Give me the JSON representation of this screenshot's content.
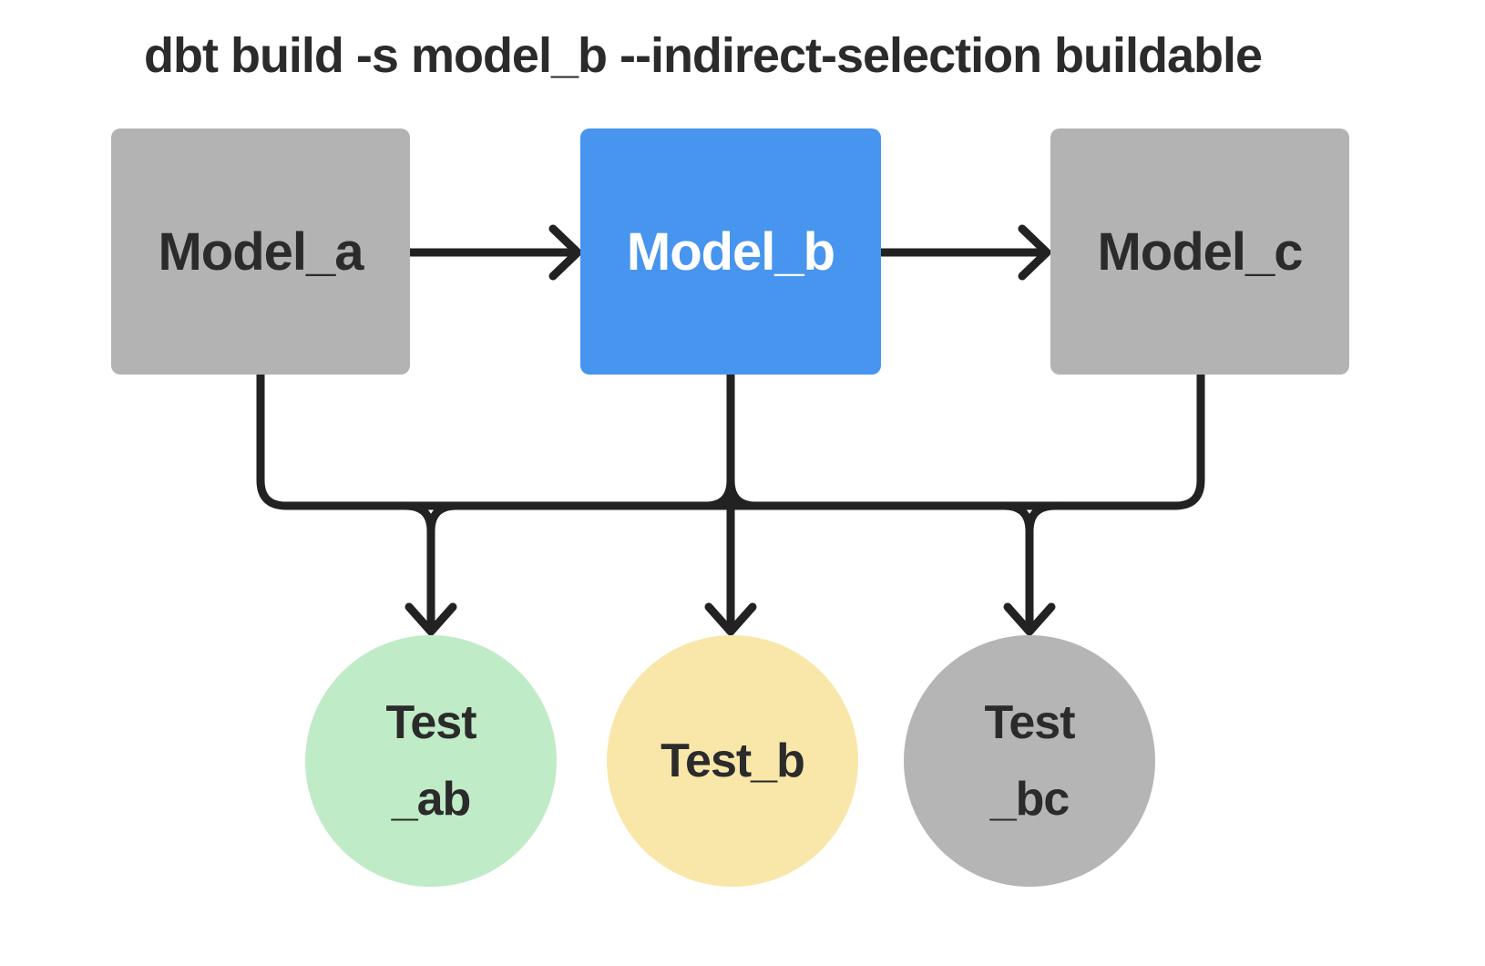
{
  "title": "dbt build -s model_b --indirect-selection buildable",
  "colors": {
    "model_default": "#b3b3b3",
    "model_selected": "#4795ee",
    "test_ab": "#c0ebc7",
    "test_b": "#f8e7a9",
    "test_bc": "#b5b5b5",
    "edge": "#222222",
    "text_dark": "#2b2b2b",
    "text_light": "#ffffff"
  },
  "models": [
    {
      "id": "model_a",
      "label": "Model_a",
      "selected": false
    },
    {
      "id": "model_b",
      "label": "Model_b",
      "selected": true
    },
    {
      "id": "model_c",
      "label": "Model_c",
      "selected": false
    }
  ],
  "tests": [
    {
      "id": "test_ab",
      "line1": "Test",
      "line2": "_ab"
    },
    {
      "id": "test_b",
      "line1": "Test_b",
      "line2": ""
    },
    {
      "id": "test_bc",
      "line1": "Test",
      "line2": "_bc"
    }
  ],
  "edges": [
    {
      "from": "model_a",
      "to": "model_b"
    },
    {
      "from": "model_b",
      "to": "model_c"
    },
    {
      "from": "model_a",
      "to": "test_ab"
    },
    {
      "from": "model_b",
      "to": "test_ab"
    },
    {
      "from": "model_b",
      "to": "test_b"
    },
    {
      "from": "model_b",
      "to": "test_bc"
    },
    {
      "from": "model_c",
      "to": "test_bc"
    }
  ]
}
